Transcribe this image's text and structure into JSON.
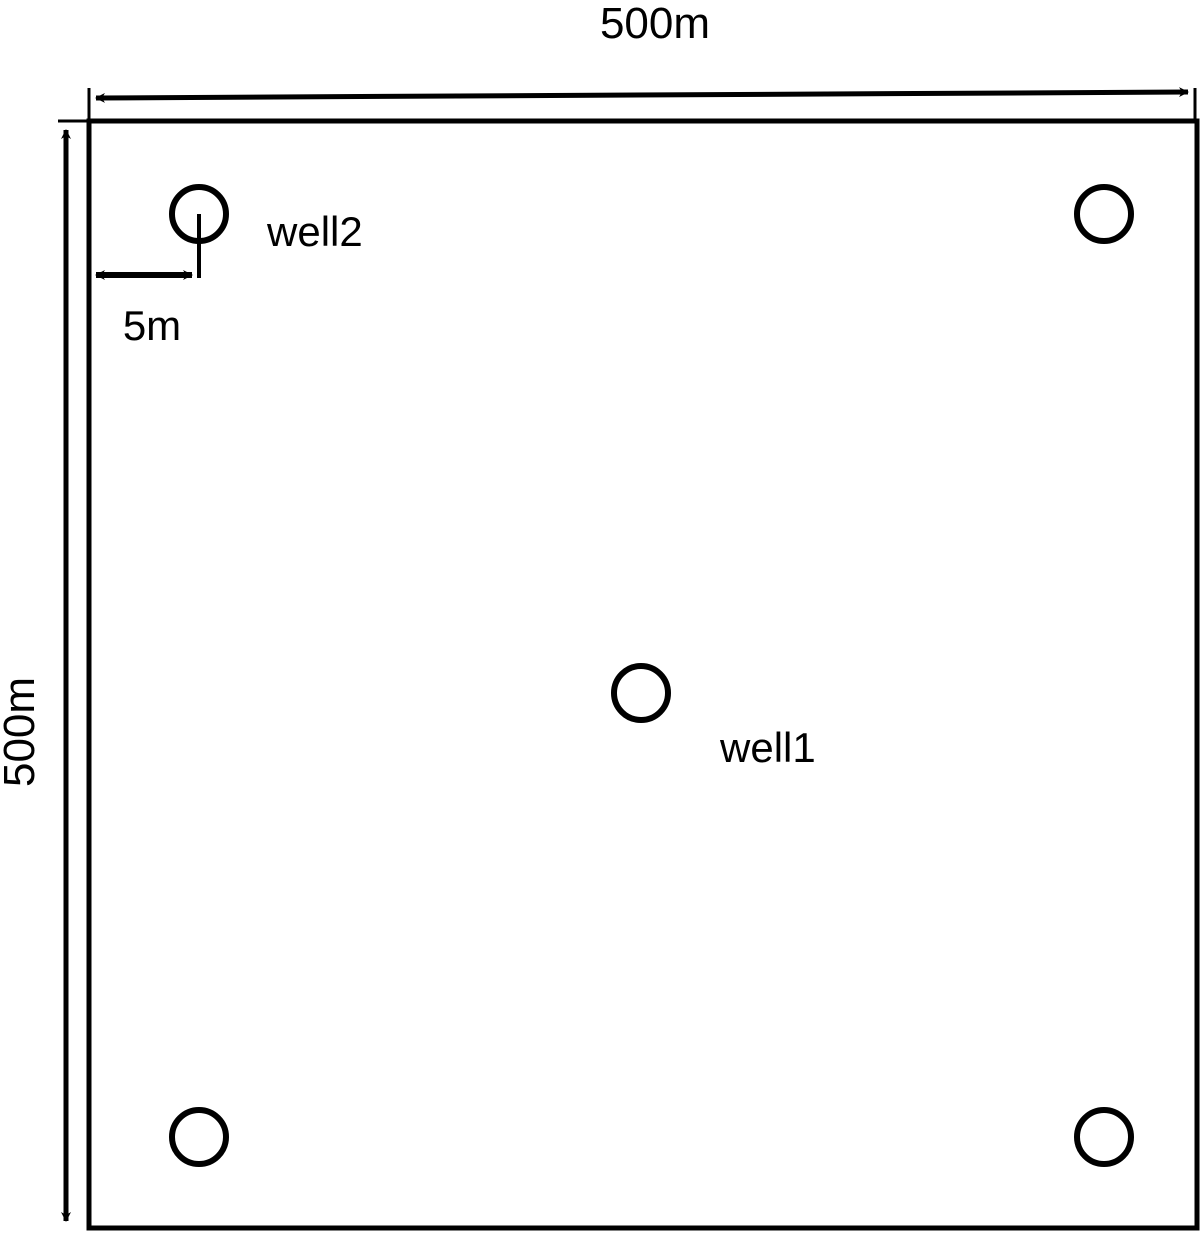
{
  "diagram": {
    "colors": {
      "stroke": "#000000",
      "background": "#ffffff"
    },
    "labels": {
      "top_dimension": "500m",
      "left_dimension": "500m",
      "offset_dimension": "5m",
      "well1": "well1",
      "well2": "well2"
    },
    "wells": [
      {
        "id": "well2",
        "position": "top-left",
        "labeled": true
      },
      {
        "id": "top-right",
        "position": "top-right",
        "labeled": false
      },
      {
        "id": "well1",
        "position": "center",
        "labeled": true
      },
      {
        "id": "bottom-left",
        "position": "bottom-left",
        "labeled": false
      },
      {
        "id": "bottom-right",
        "position": "bottom-right",
        "labeled": false
      }
    ]
  }
}
